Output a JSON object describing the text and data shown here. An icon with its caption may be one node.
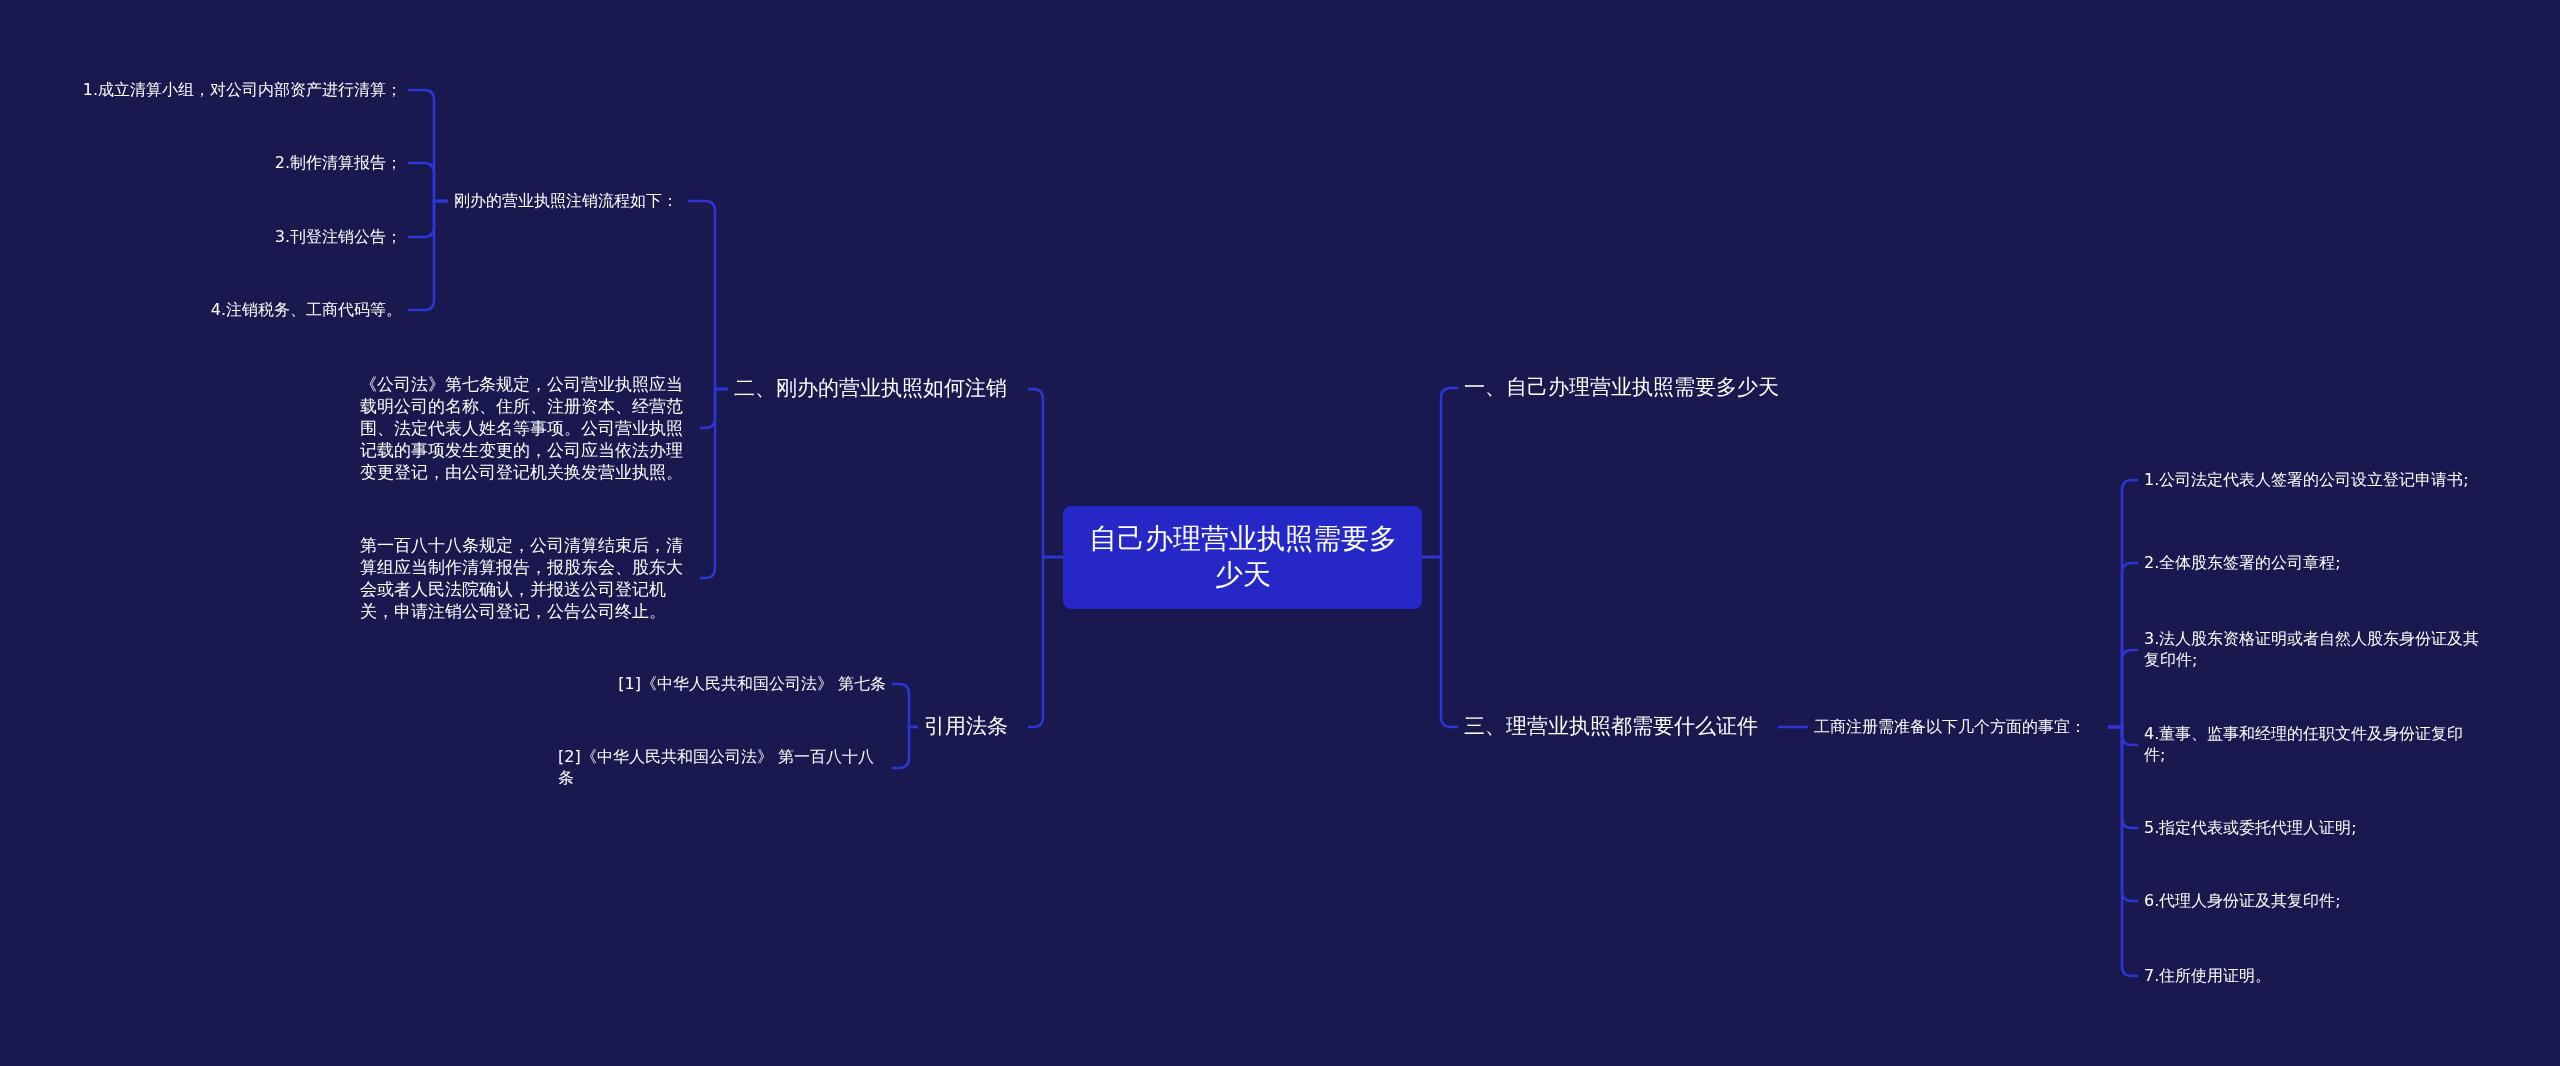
{
  "diagram": {
    "nodes": [
      {
        "text": [
          "自己办理营业执照需要多少天"
        ]
      },
      {
        "text": [
          "一、自己办理营业执照需要多少天"
        ]
      },
      {
        "text": [
          "三、理营业执照都需要什么证件"
        ]
      },
      {
        "text": [
          "工商注册需准备以下几个方面的事宜："
        ]
      },
      {
        "text": [
          "1.公司法定代表人签署的公司设立登记申请书;"
        ]
      },
      {
        "text": [
          "2.全体股东签署的公司章程;"
        ]
      },
      {
        "text": [
          "3.法人股东资格证明或者自然人股东身份证及其复印件;"
        ]
      },
      {
        "text": [
          "4.董事、监事和经理的任职文件及身份证复印件;"
        ]
      },
      {
        "text": [
          "5.指定代表或委托代理人证明;"
        ]
      },
      {
        "text": [
          "6.代理人身份证及其复印件;"
        ]
      },
      {
        "text": [
          "7.住所使用证明。"
        ]
      },
      {
        "text": [
          "二、刚办的营业执照如何注销"
        ]
      },
      {
        "text": [
          "刚办的营业执照注销流程如下："
        ]
      },
      {
        "text": [
          "1.成立清算小组，对公司内部资产进行清算；"
        ]
      },
      {
        "text": [
          "2.制作清算报告；"
        ]
      },
      {
        "text": [
          "3.刊登注销公告；"
        ]
      },
      {
        "text": [
          "4.注销税务、工商代码等。"
        ]
      },
      {
        "text": [
          "《公司法》第七条规定，公司营业执照应当载明公司的名称、住所、注册资本、经营范围、法定代表人姓名等事项。公司营业执照记载的事项发生变更的，公司应当依法办理变更登记，由公司登记机关换发营业执照。"
        ]
      },
      {
        "text": [
          "第一百八十八条规定，公司清算结束后，清算组应当制作清算报告，报股东会、股东大会或者人民法院确认，并报送公司登记机关，申请注销公司登记，公告公司终止。"
        ]
      },
      {
        "text": [
          "引用法条"
        ]
      },
      {
        "text": [
          "[1]《中华人民共和国公司法》 第七条"
        ]
      },
      {
        "text": [
          "[2]《中华人民共和国公司法》 第一百八十八条"
        ]
      }
    ],
    "edges": [
      {
        "from": 0,
        "to": 1,
        "arrow": "none"
      },
      {
        "from": 0,
        "to": 2,
        "arrow": "none"
      },
      {
        "from": 2,
        "to": 3,
        "arrow": "none"
      },
      {
        "from": 3,
        "to": 4,
        "arrow": "none"
      },
      {
        "from": 3,
        "to": 5,
        "arrow": "none"
      },
      {
        "from": 3,
        "to": 6,
        "arrow": "none"
      },
      {
        "from": 3,
        "to": 7,
        "arrow": "none"
      },
      {
        "from": 3,
        "to": 8,
        "arrow": "none"
      },
      {
        "from": 3,
        "to": 9,
        "arrow": "none"
      },
      {
        "from": 3,
        "to": 10,
        "arrow": "none"
      },
      {
        "from": 0,
        "to": 11,
        "arrow": "none"
      },
      {
        "from": 11,
        "to": 12,
        "arrow": "none"
      },
      {
        "from": 12,
        "to": 13,
        "arrow": "none"
      },
      {
        "from": 12,
        "to": 14,
        "arrow": "none"
      },
      {
        "from": 12,
        "to": 15,
        "arrow": "none"
      },
      {
        "from": 12,
        "to": 16,
        "arrow": "none"
      },
      {
        "from": 11,
        "to": 17,
        "arrow": "none"
      },
      {
        "from": 11,
        "to": 18,
        "arrow": "none"
      },
      {
        "from": 0,
        "to": 19,
        "arrow": "none"
      },
      {
        "from": 19,
        "to": 20,
        "arrow": "none"
      },
      {
        "from": 19,
        "to": 21,
        "arrow": "none"
      }
    ]
  }
}
